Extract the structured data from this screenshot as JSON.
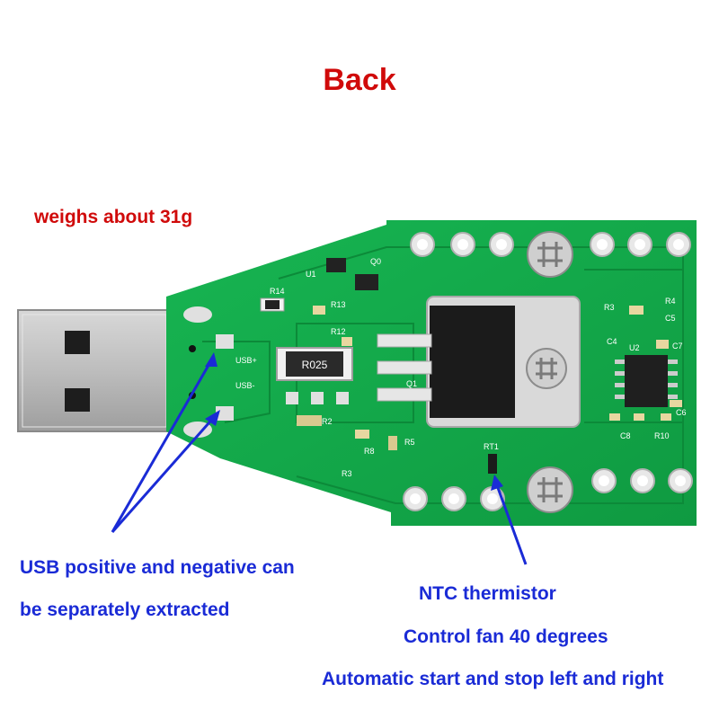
{
  "title": "Back",
  "weight_note": "weighs about 31g",
  "annotations": {
    "usb_note_line1": "USB positive and negative can",
    "usb_note_line2": "be separately extracted",
    "ntc_title": "NTC thermistor",
    "ntc_line1": "Control fan 40 degrees",
    "ntc_line2": "Automatic start and stop left and right"
  },
  "board_labels": {
    "resistor": "R025",
    "usb_pos": "USB+",
    "usb_neg": "USB-",
    "q0": "Q0",
    "u1": "U1",
    "r14": "R14",
    "r13": "R13",
    "r12": "R12",
    "q1": "Q1",
    "r2": "R2",
    "r8": "R8",
    "r3b": "R3",
    "r5": "R5",
    "rt1": "RT1",
    "r4": "R4",
    "r3": "R3",
    "c5": "C5",
    "c4": "C4",
    "u2": "U2",
    "c7": "C7",
    "c6": "C6",
    "c8": "C8",
    "r10": "R10"
  },
  "colors": {
    "title": "#d00a0a",
    "annotation": "#1a2bd6",
    "pcb": "#14a84a"
  }
}
